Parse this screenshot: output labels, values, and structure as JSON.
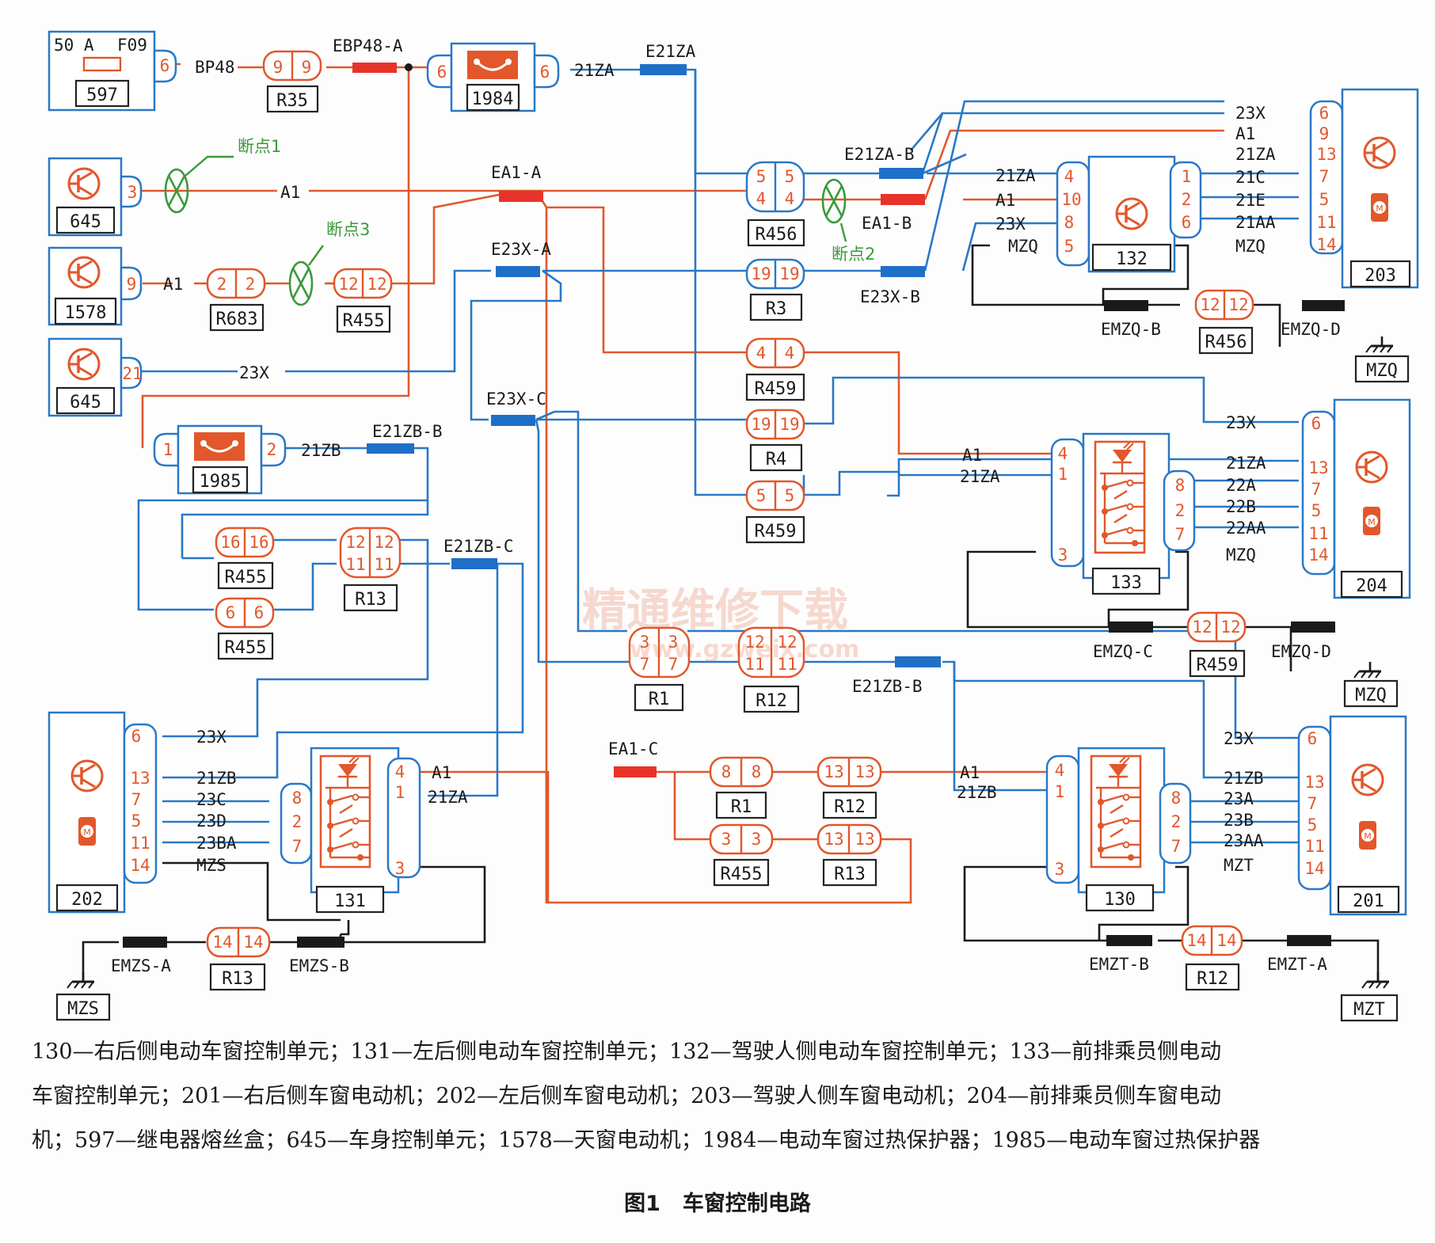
{
  "colors": {
    "power": "#e2572b",
    "signal": "#2a78c6",
    "ground": "#1a1a1a",
    "breakpoint": "#3a9a3a",
    "connector_red": "#e8332a",
    "connector_blue": "#1f6fc8",
    "connector_black": "#1a1a1a"
  },
  "icons": {
    "module": "transistor-icon",
    "motor": "motor-icon",
    "ground": "ground-icon",
    "breaker": "circuit-breaker-icon",
    "fuse": "fuse-icon",
    "breakpoint": "open-circuit-marker-icon"
  },
  "fuse": {
    "rating": "50 A",
    "name": "F09",
    "pin": "6"
  },
  "modules": {
    "m597": "597",
    "m1984": "1984",
    "m1985": "1985",
    "m645a": "645",
    "m645b": "645",
    "m1578": "1578",
    "m132": "132",
    "m133": "133",
    "m131": "131",
    "m130": "130",
    "m203": "203",
    "m204": "204",
    "m202": "202",
    "m201": "201"
  },
  "connectors": {
    "r35": "R35",
    "r683": "R683",
    "r455a": "R455",
    "r456a": "R456",
    "r3": "R3",
    "r459a": "R459",
    "r4": "R4",
    "r459b": "R459",
    "r455b": "R455",
    "r13a": "R13",
    "r455c": "R455",
    "r1a": "R1",
    "r12a": "R12",
    "r1b": "R1",
    "r12b": "R12",
    "r455d": "R455",
    "r13b": "R13",
    "r456b": "R456",
    "r459c": "R459",
    "r13c": "R13",
    "r12c": "R12"
  },
  "grounds": {
    "g1": "MZQ",
    "g2": "MZQ",
    "g3": "MZS",
    "g4": "MZT"
  },
  "splices": {
    "ebp48a": "EBP48-A",
    "e21za": "E21ZA",
    "e21zab": "E21ZA-B",
    "ea1a": "EA1-A",
    "ea1b": "EA1-B",
    "e23xa": "E23X-A",
    "e23xb": "E23X-B",
    "e23xc": "E23X-C",
    "e21zbb1": "E21ZB-B",
    "e21zbc": "E21ZB-C",
    "e21zbb2": "E21ZB-B",
    "ea1c": "EA1-C",
    "emzqb": "EMZQ-B",
    "emzqd1": "EMZQ-D",
    "emzqc": "EMZQ-C",
    "emzqd2": "EMZQ-D",
    "emzsa": "EMZS-A",
    "emzsb": "EMZS-B",
    "emztb": "EMZT-B",
    "emzta": "EMZT-A"
  },
  "breakpoints": {
    "b1": "断点1",
    "b2": "断点2",
    "b3": "断点3"
  },
  "wires": {
    "bp48": "BP48",
    "w21za_top": "21ZA",
    "a1_645": "A1",
    "a1_1578": "A1",
    "x23_645": "23X",
    "w21zb_1985": "21ZB",
    "i132_21za": "21ZA",
    "i132_a1": "A1",
    "i132_23x": "23X",
    "i132_mzq": "MZQ",
    "m203_23x": "23X",
    "m203_a1": "A1",
    "m203_21za": "21ZA",
    "m203_21c": "21C",
    "m203_21e": "21E",
    "m203_21aa": "21AA",
    "m203_mzq": "MZQ",
    "i133_a1": "A1",
    "i133_21za": "21ZA",
    "m204_23x": "23X",
    "m204_21za": "21ZA",
    "m204_22a": "22A",
    "m204_22b": "22B",
    "m204_22aa": "22AA",
    "m204_mzq": "MZQ",
    "m202_23x": "23X",
    "m202_21zb": "21ZB",
    "m202_23c": "23C",
    "m202_23d": "23D",
    "m202_23ba": "23BA",
    "m202_mzs": "MZS",
    "i131_a1": "A1",
    "i131_21za": "21ZA",
    "i130_a1": "A1",
    "i130_21zb": "21ZB",
    "m201_23x": "23X",
    "m201_21zb": "21ZB",
    "m201_23a": "23A",
    "m201_23b": "23B",
    "m201_23aa": "23AA",
    "m201_mzt": "MZT"
  },
  "watermark": {
    "line1": "精通维修下载",
    "line2": "www.gzweix.com"
  },
  "caption": {
    "lines": [
      "130—右后侧电动车窗控制单元；131—左后侧电动车窗控制单元；132—驾驶人侧电动车窗控制单元；133—前排乘员侧电动",
      "车窗控制单元；201—右后侧车窗电动机；202—左后侧车窗电动机；203—驾驶人侧车窗电动机；204—前排乘员侧车窗电动",
      "机；597—继电器熔丝盒；645—车身控制单元；1578—天窗电动机；1984—电动车窗过热保护器；1985—电动车窗过热保护器"
    ],
    "figure_label": "图1",
    "figure_title": "车窗控制电路"
  }
}
